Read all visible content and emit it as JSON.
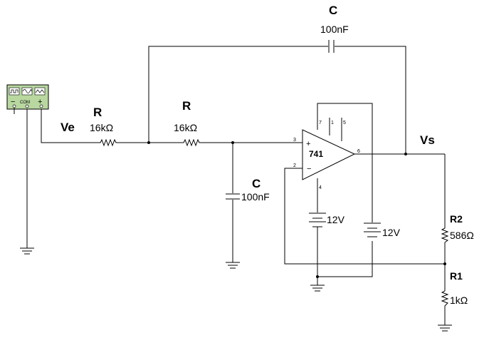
{
  "labels": {
    "input_node": "Ve",
    "output_node": "Vs",
    "output_color": "#dd0000",
    "r_input": {
      "name": "R",
      "value": "16kΩ"
    },
    "r_second": {
      "name": "R",
      "value": "16kΩ"
    },
    "c_feedback": {
      "name": "C",
      "value": "100nF"
    },
    "c_ground": {
      "name": "C",
      "value": "100nF"
    },
    "r2": {
      "name": "R2",
      "value": "586Ω"
    },
    "r1": {
      "name": "R1",
      "value": "1kΩ"
    },
    "battery_left": "12V",
    "battery_right": "12V",
    "opamp": {
      "name": "741",
      "plus": "+",
      "minus": "−",
      "pins": {
        "p3": "3",
        "p2": "2",
        "p6": "6",
        "p7": "7",
        "p1": "1",
        "p5": "5",
        "p4": "4"
      }
    },
    "generator": {
      "com": "COM",
      "minus": "−",
      "plus": "+"
    }
  },
  "colors": {
    "generator_fill": "#b8d8a0"
  }
}
